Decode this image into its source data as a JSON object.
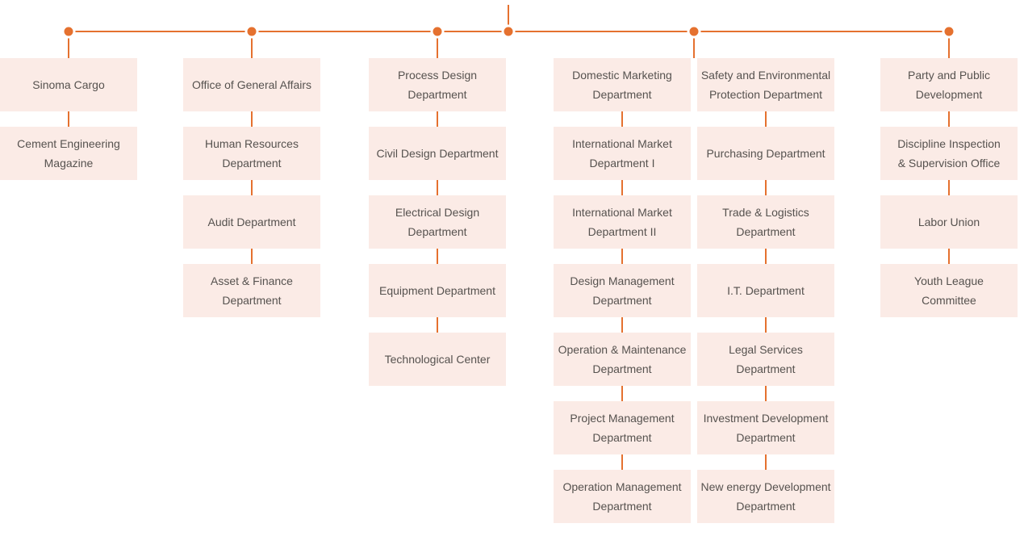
{
  "diagram": {
    "type": "org-chart",
    "colors": {
      "accent_orange": "#e5712f",
      "box_background": "#fbebe6",
      "text_color": "#56524f"
    },
    "columns": [
      {
        "name": "column-1",
        "boxes": [
          {
            "label": "Sinoma Cargo",
            "lines": [
              "Sinoma Cargo"
            ]
          },
          {
            "label": "Cement Engineering Magazine",
            "lines": [
              "Cement Engineering",
              "Magazine"
            ]
          }
        ]
      },
      {
        "name": "column-2",
        "boxes": [
          {
            "label": "Office of General Affairs",
            "lines": [
              "Office of General Affairs"
            ]
          },
          {
            "label": "Human Resources Department",
            "lines": [
              "Human Resources",
              "Department"
            ]
          },
          {
            "label": "Audit Department",
            "lines": [
              "Audit Department"
            ]
          },
          {
            "label": "Asset & Finance Department",
            "lines": [
              "Asset & Finance",
              "Department"
            ]
          }
        ]
      },
      {
        "name": "column-3",
        "boxes": [
          {
            "label": "Process Design Department",
            "lines": [
              "Process Design",
              "Department"
            ]
          },
          {
            "label": "Civil Design Department",
            "lines": [
              "Civil Design Department"
            ]
          },
          {
            "label": "Electrical Design Department",
            "lines": [
              "Electrical Design",
              "Department"
            ]
          },
          {
            "label": "Equipment Department",
            "lines": [
              "Equipment Department"
            ]
          },
          {
            "label": "Technological Center",
            "lines": [
              "Technological Center"
            ]
          }
        ]
      },
      {
        "name": "column-4",
        "boxes": [
          {
            "label": "Domestic Marketing Department",
            "lines": [
              "Domestic Marketing",
              "Department"
            ]
          },
          {
            "label": "International Market Department I",
            "lines": [
              "International Market",
              "Department I"
            ]
          },
          {
            "label": "International Market Department II",
            "lines": [
              "International Market",
              "Department II"
            ]
          },
          {
            "label": "Design Management Department",
            "lines": [
              "Design Management",
              "Department"
            ]
          },
          {
            "label": "Operation & Maintenance Department",
            "lines": [
              "Operation & Maintenance",
              "Department"
            ]
          },
          {
            "label": "Project Management Department",
            "lines": [
              "Project Management",
              "Department"
            ]
          },
          {
            "label": "Operation Management Department",
            "lines": [
              "Operation Management",
              "Department"
            ]
          }
        ]
      },
      {
        "name": "column-5",
        "boxes": [
          {
            "label": "Safety and Environmental Protection Department",
            "lines": [
              "Safety and Environmental",
              "Protection Department"
            ]
          },
          {
            "label": "Purchasing Department",
            "lines": [
              "Purchasing Department"
            ]
          },
          {
            "label": "Trade & Logistics Department",
            "lines": [
              "Trade & Logistics",
              "Department"
            ]
          },
          {
            "label": "I.T. Department",
            "lines": [
              "I.T. Department"
            ]
          },
          {
            "label": "Legal Services Department",
            "lines": [
              "Legal Services",
              "Department"
            ]
          },
          {
            "label": "Investment Development Department",
            "lines": [
              "Investment Development",
              "Department"
            ]
          },
          {
            "label": "New energy Development Department",
            "lines": [
              "New energy Development",
              "Department"
            ]
          }
        ]
      },
      {
        "name": "column-6",
        "boxes": [
          {
            "label": "Party and Public Development",
            "lines": [
              "Party and Public",
              "Development"
            ]
          },
          {
            "label": "Discipline Inspection & Supervision Office",
            "lines": [
              "Discipline Inspection",
              "& Supervision Office"
            ]
          },
          {
            "label": "Labor Union",
            "lines": [
              "Labor Union"
            ]
          },
          {
            "label": "Youth League Committee",
            "lines": [
              "Youth League",
              "Committee"
            ]
          }
        ]
      }
    ]
  }
}
